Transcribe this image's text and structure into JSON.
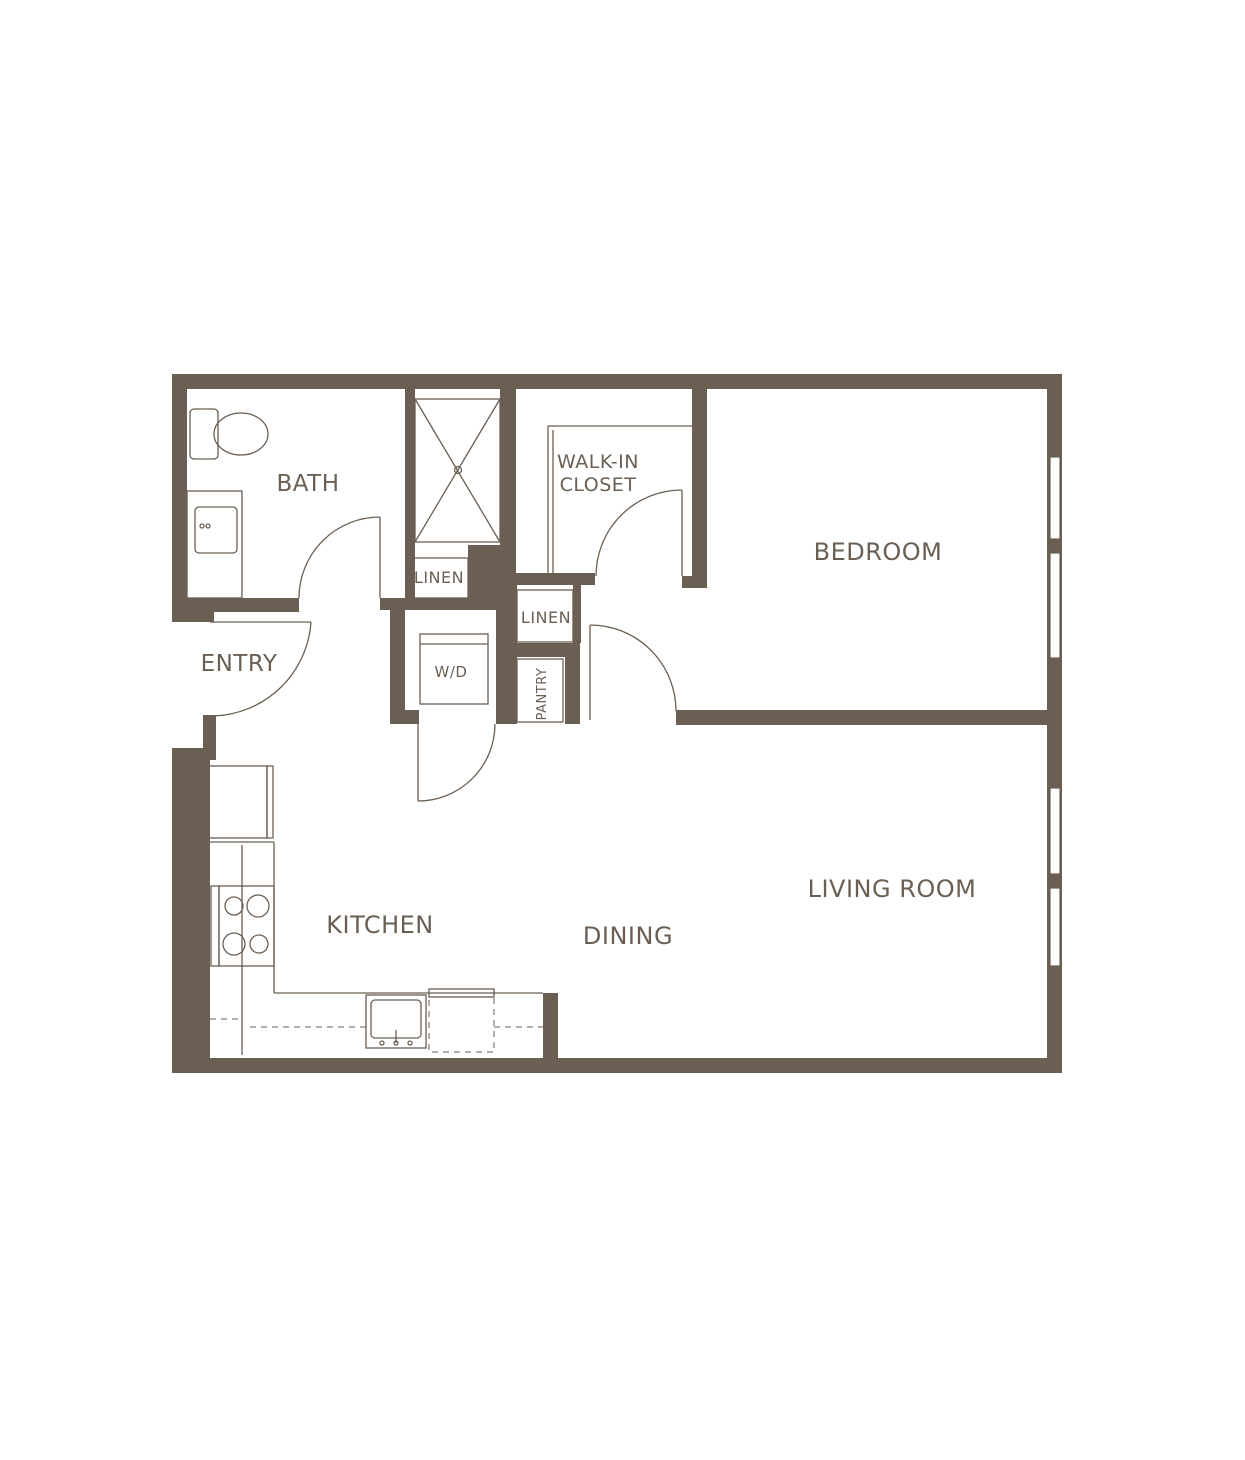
{
  "rooms": {
    "bath": "BATH",
    "walk_in_closet_line1": "WALK-IN",
    "walk_in_closet_line2": "CLOSET",
    "bedroom": "BEDROOM",
    "linen_1": "LINEN",
    "linen_2": "LINEN",
    "entry": "ENTRY",
    "washer_dryer": "W/D",
    "pantry": "PANTRY",
    "kitchen": "KITCHEN",
    "dining": "DINING",
    "living_room": "LIVING ROOM"
  },
  "colors": {
    "wall": "#6b5f53",
    "background": "#ffffff"
  }
}
